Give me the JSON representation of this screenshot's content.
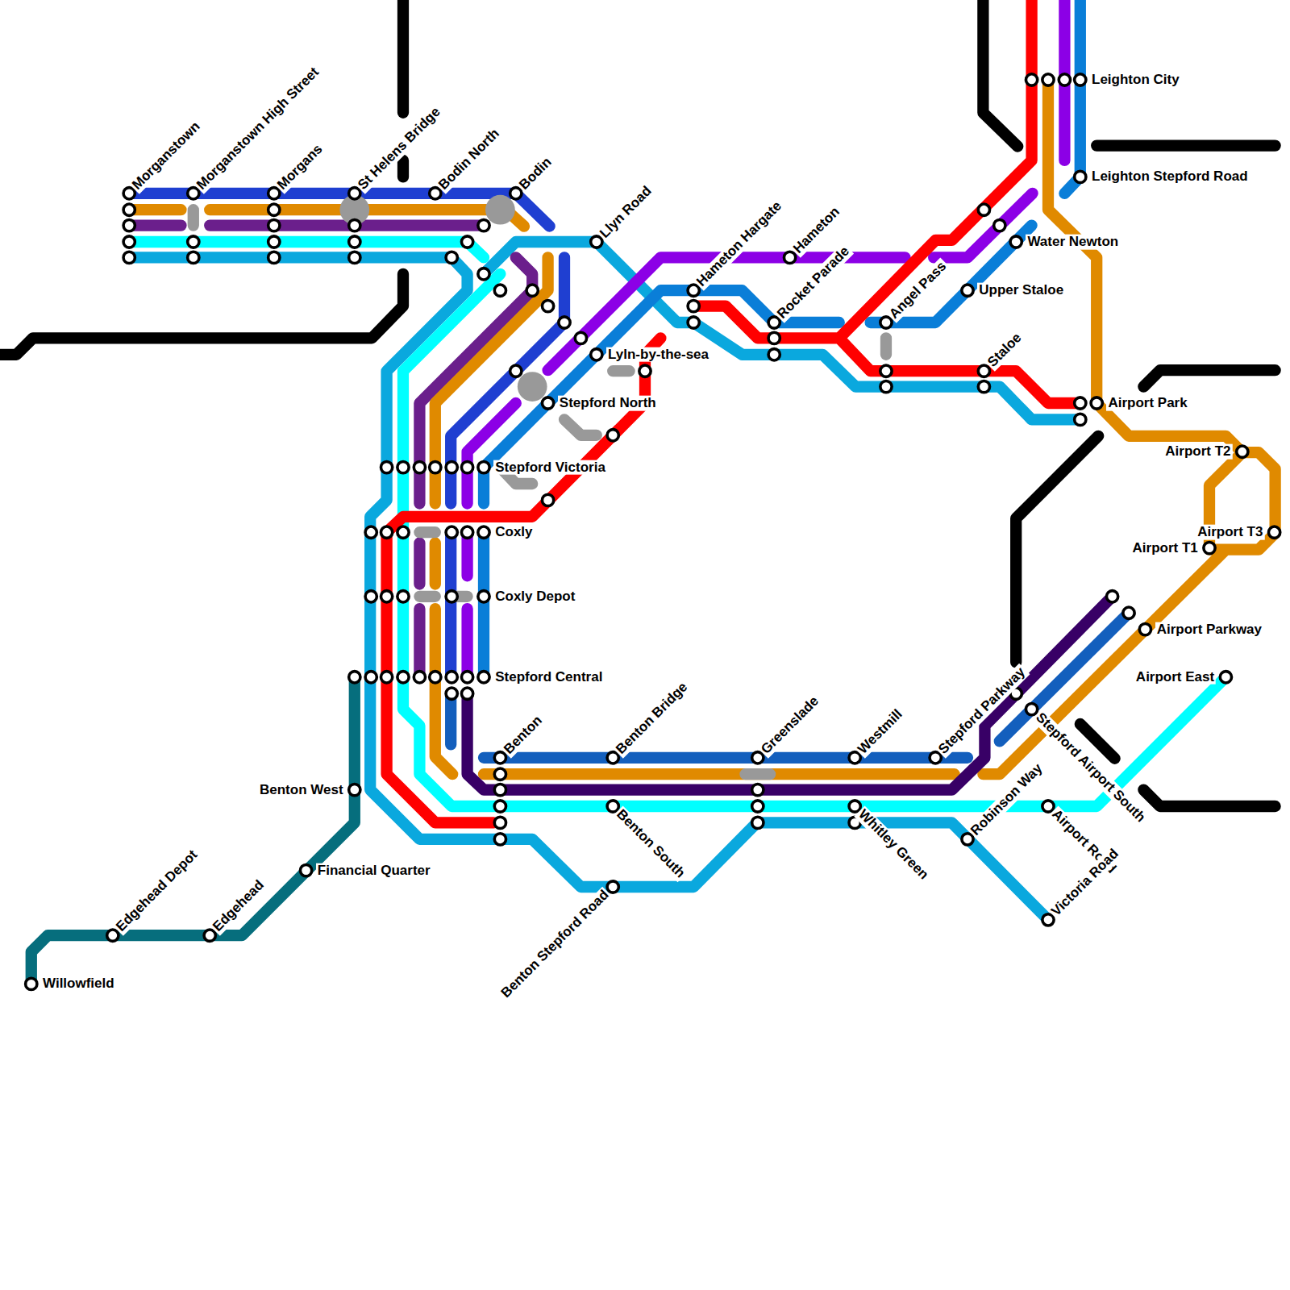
{
  "diagram": {
    "labels": [
      "Morganstown",
      "Morganstown High Street",
      "Morgans",
      "St Helens Bridge",
      "Bodin North",
      "Bodin",
      "Llyn Road",
      "Hameton Hargate",
      "Hameton",
      "Rocket Parade",
      "Angel Pass",
      "Leighton City",
      "Leighton Stepford Road",
      "Water Newton",
      "Upper Staloe",
      "Staloe",
      "Airport Park",
      "Airport T2",
      "Airport T3",
      "Airport T1",
      "Airport Parkway",
      "Airport East",
      "Lyln-by-the-sea",
      "Stepford North",
      "Stepford Victoria",
      "Coxly",
      "Coxly Depot",
      "Stepford Central",
      "Benton",
      "Benton Bridge",
      "Greenslade",
      "Westmill",
      "Stepford Parkway",
      "Stepford Airport South",
      "Robinson Way",
      "Airport Road",
      "Victoria Road",
      "Whitley Green",
      "Benton South",
      "Benton Stepford Road",
      "Benton West",
      "Financial Quarter",
      "Edgehead Depot",
      "Edgehead",
      "Willowfield"
    ]
  }
}
